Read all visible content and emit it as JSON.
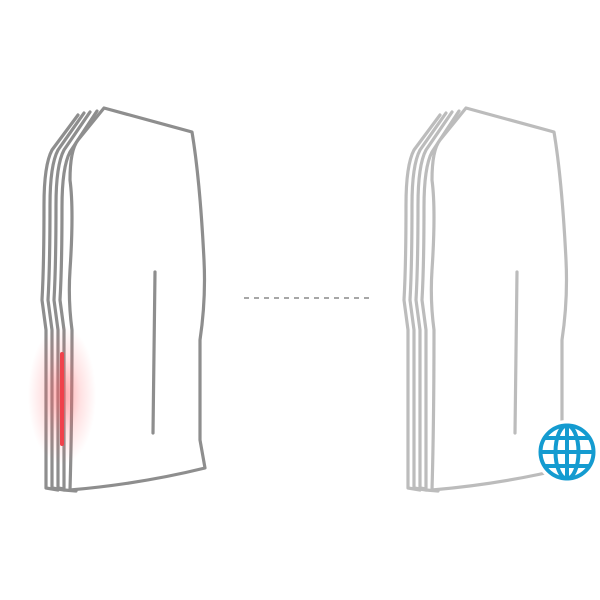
{
  "diagram": {
    "left_device": {
      "icon": "router-unit-icon",
      "status": "error",
      "status_color": "#f0414b",
      "glow_color": "#ff5a60",
      "outline_color": "#8e8e8e"
    },
    "connector": {
      "style": "dashed",
      "state": "disconnected",
      "color": "#8a8a8a"
    },
    "right_device": {
      "icon": "router-unit-icon",
      "status": "online",
      "outline_color": "#bcbcbc",
      "badge_icon": "globe-icon",
      "badge_color": "#149bd0"
    }
  }
}
